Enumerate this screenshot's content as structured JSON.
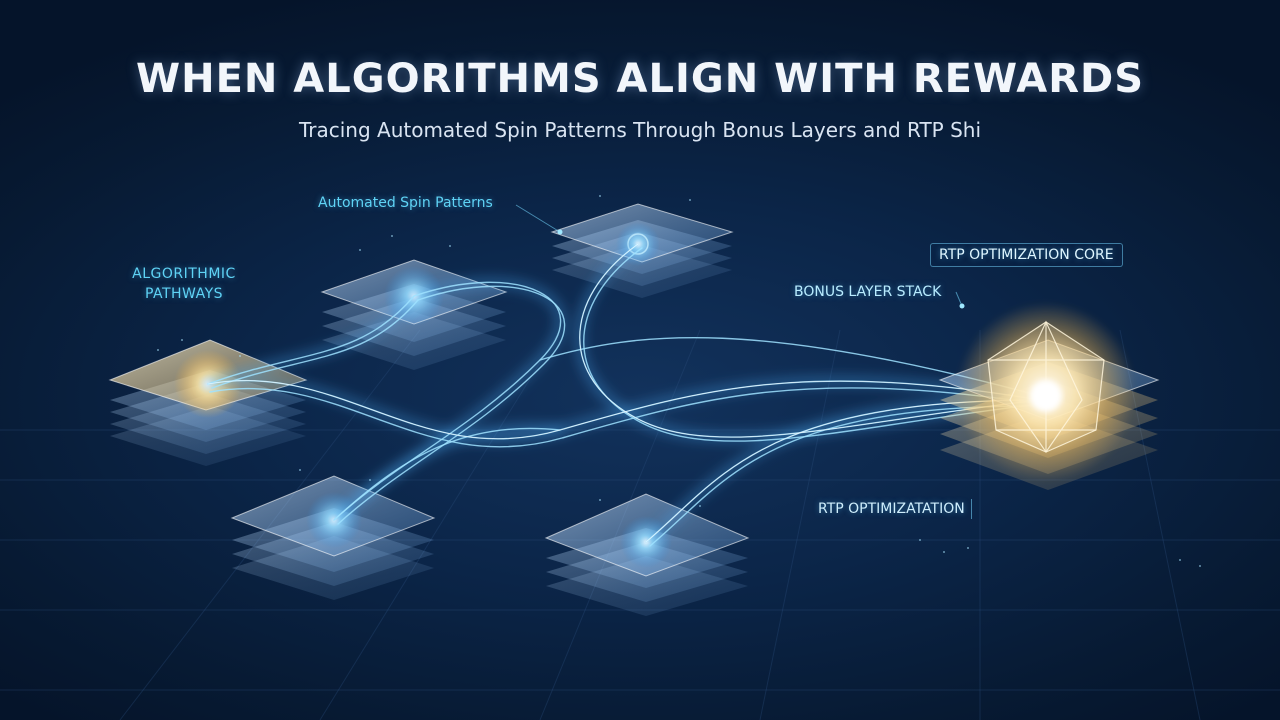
{
  "header": {
    "title": "WHEN ALGORITHMS ALIGN WITH REWARDS",
    "subtitle": "Tracing Automated Spin Patterns Through Bonus Layers and RTP Shi"
  },
  "labels": {
    "algorithmic_pathways_line1": "ALGORITHMIC",
    "algorithmic_pathways_line2": "PATHWAYS",
    "automated_spin_patterns": "Automated Spin Patterns",
    "bonus_layer_stack": "BONUS LAYER STACK",
    "rtp_optimization_core": "RTP OPTIMIZATION CORE",
    "rtp_optimization": "RTP OPTIMIZATATION"
  },
  "colors": {
    "background": "#071a33",
    "accent_cyan": "#5fd3f5",
    "glow_gold": "#ffd98a",
    "stream_blue": "#7fd4ff"
  }
}
